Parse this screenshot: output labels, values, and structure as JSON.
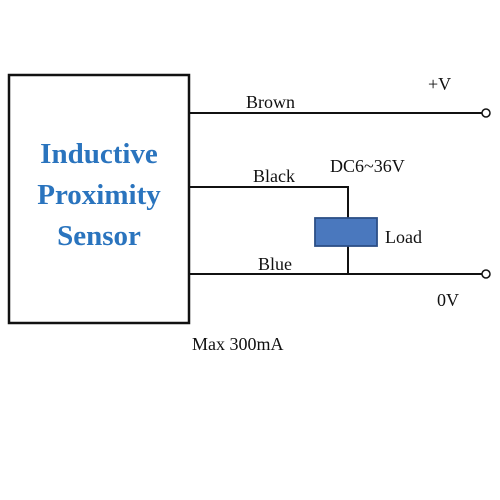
{
  "sensor": {
    "title_lines": [
      "Inductive",
      "Proximity",
      "Sensor"
    ]
  },
  "wires": {
    "brown": "Brown",
    "black": "Black",
    "blue": "Blue"
  },
  "terminals": {
    "positive": "+V",
    "ground": "0V"
  },
  "supply_voltage": "DC6~36V",
  "load_label": "Load",
  "max_current": "Max 300mA",
  "colors": {
    "sensor_text": "#2a74be",
    "load_fill": "#4a78be",
    "load_stroke": "#2c4f86",
    "line": "#111111"
  }
}
